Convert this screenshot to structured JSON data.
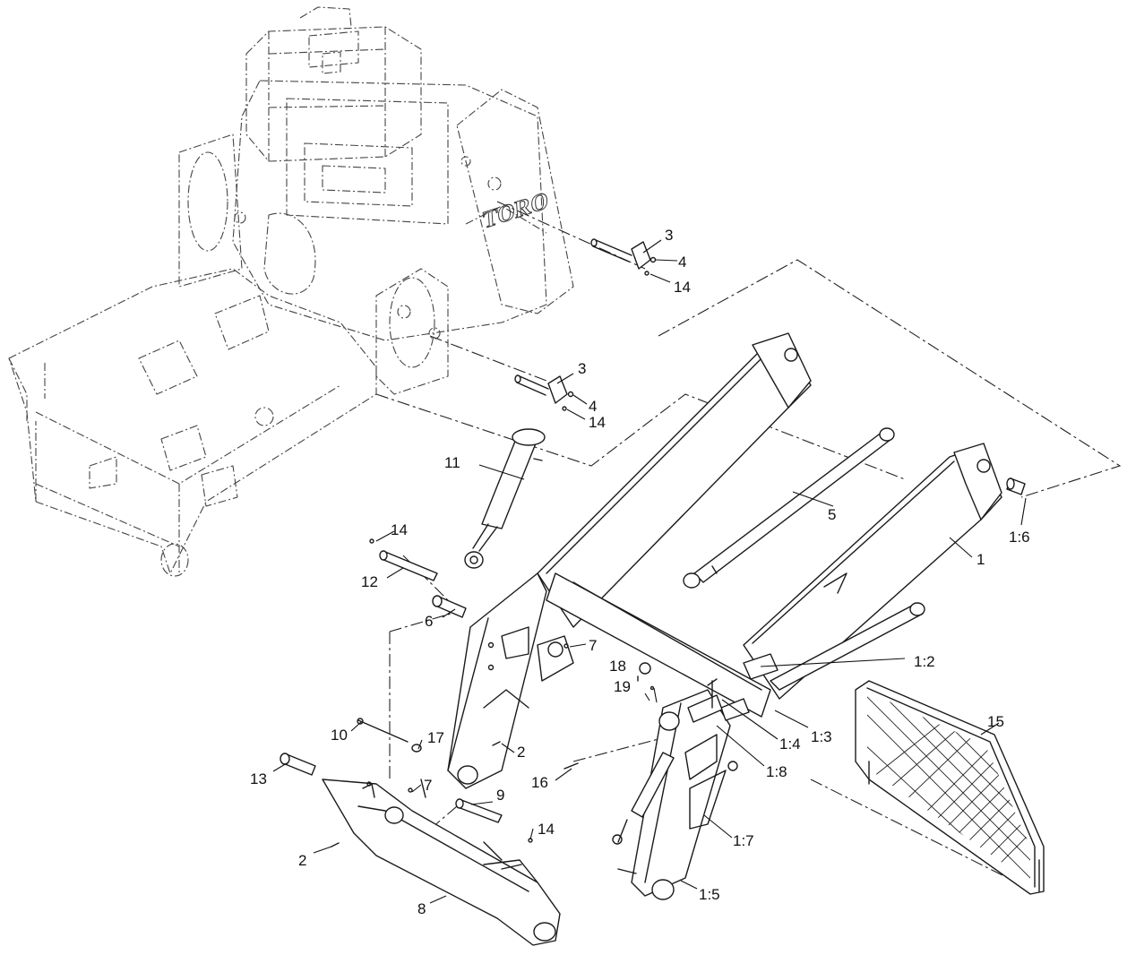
{
  "brand_text": "TORO",
  "callouts": {
    "c1": "1",
    "c1_2": "1:2",
    "c1_3": "1:3",
    "c1_4": "1:4",
    "c1_5": "1:5",
    "c1_6": "1:6",
    "c1_7": "1:7",
    "c1_8": "1:8",
    "c2a": "2",
    "c2b": "2",
    "c3a": "3",
    "c3b": "3",
    "c4a": "4",
    "c4b": "4",
    "c5": "5",
    "c6": "6",
    "c7a": "7",
    "c7b": "7",
    "c8": "8",
    "c9": "9",
    "c10": "10",
    "c11": "11",
    "c12": "12",
    "c13": "13",
    "c14a": "14",
    "c14b": "14",
    "c14c": "14",
    "c14d": "14",
    "c15": "15",
    "c16": "16",
    "c17": "17",
    "c18": "18",
    "c19": "19"
  }
}
